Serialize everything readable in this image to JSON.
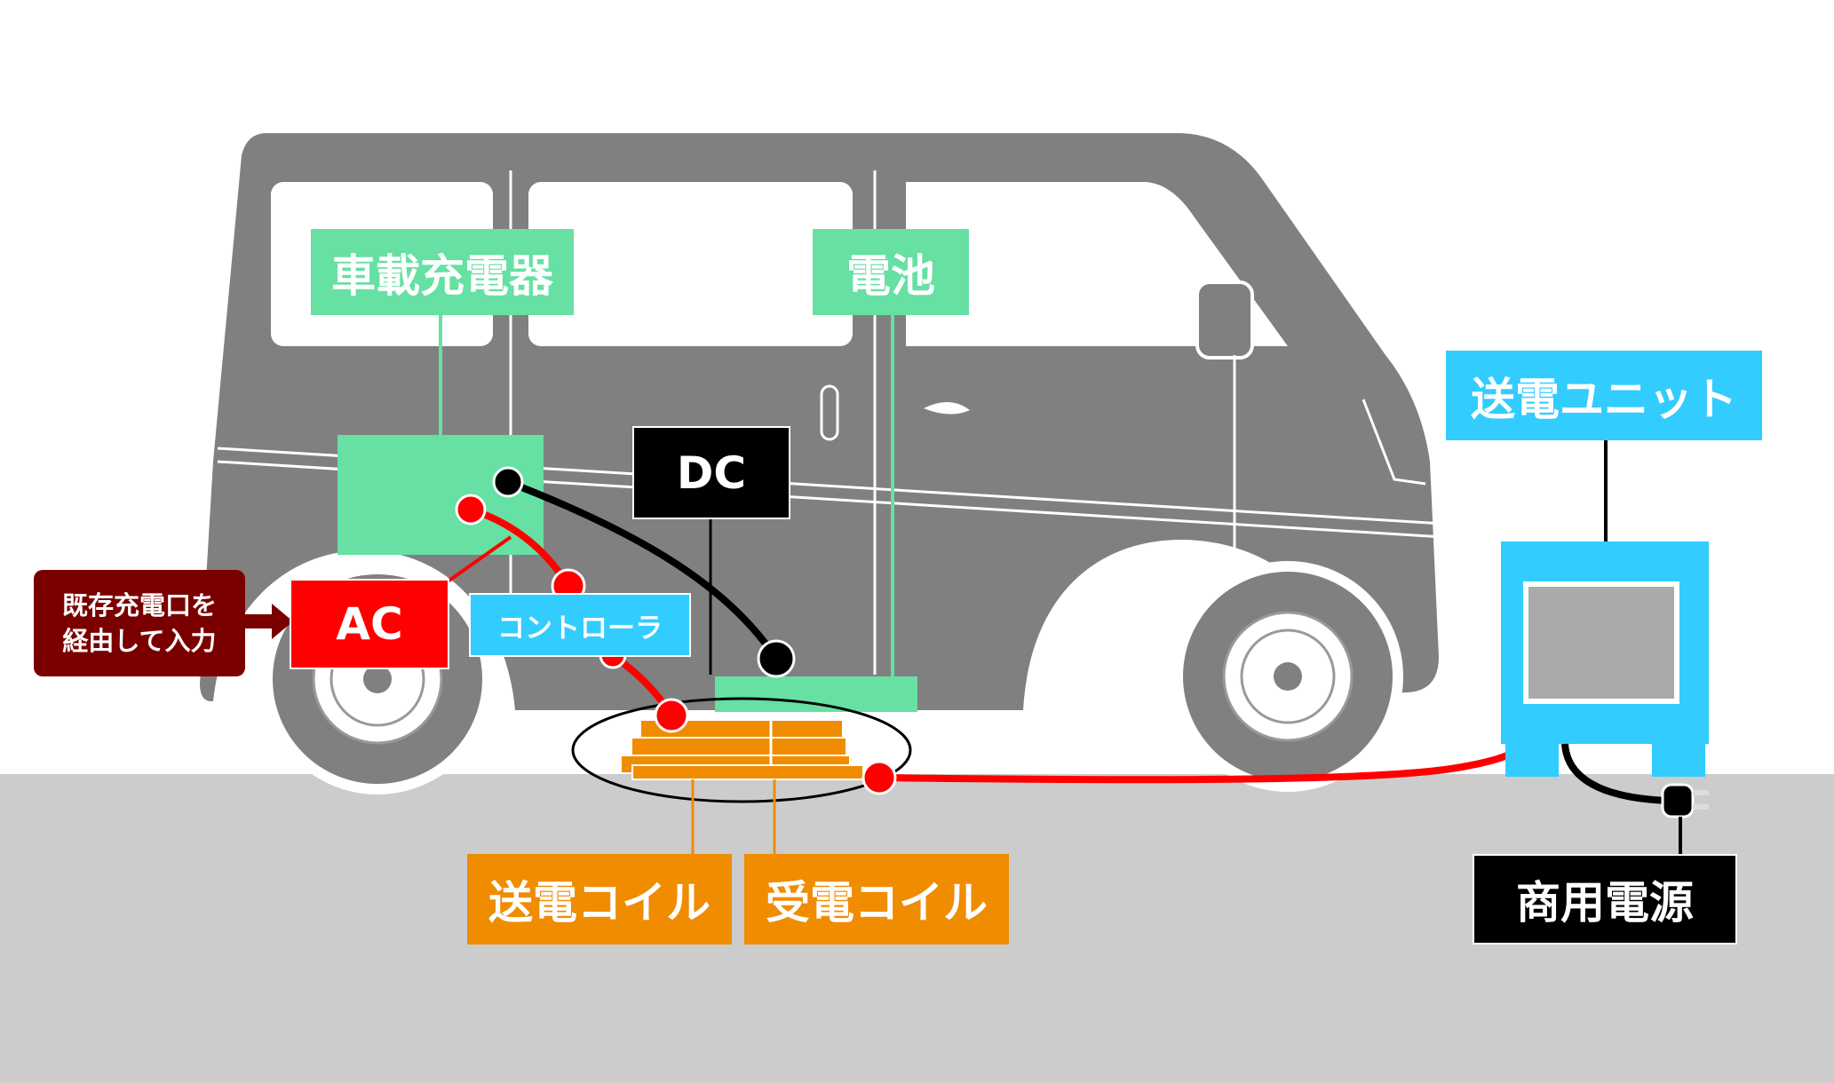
{
  "labels": {
    "onboard_charger": "車載充電器",
    "battery": "電池",
    "dc": "DC",
    "ac": "AC",
    "controller": "コントローラ",
    "existing_port_line1": "既存充電口を",
    "existing_port_line2": "経由して入力",
    "transmitter_unit": "送電ユニット",
    "transmit_coil": "送電コイル",
    "receive_coil": "受電コイル",
    "commercial_power": "商用電源"
  },
  "colors": {
    "vehicle_body": "#808080",
    "ground": "#cccccc",
    "component_green": "#66e0a3",
    "unit_blue": "#33ccff",
    "ac_red": "#ff0000",
    "coil_orange": "#f08c00",
    "dc_black": "#000000",
    "port_maroon": "#7a0000"
  }
}
